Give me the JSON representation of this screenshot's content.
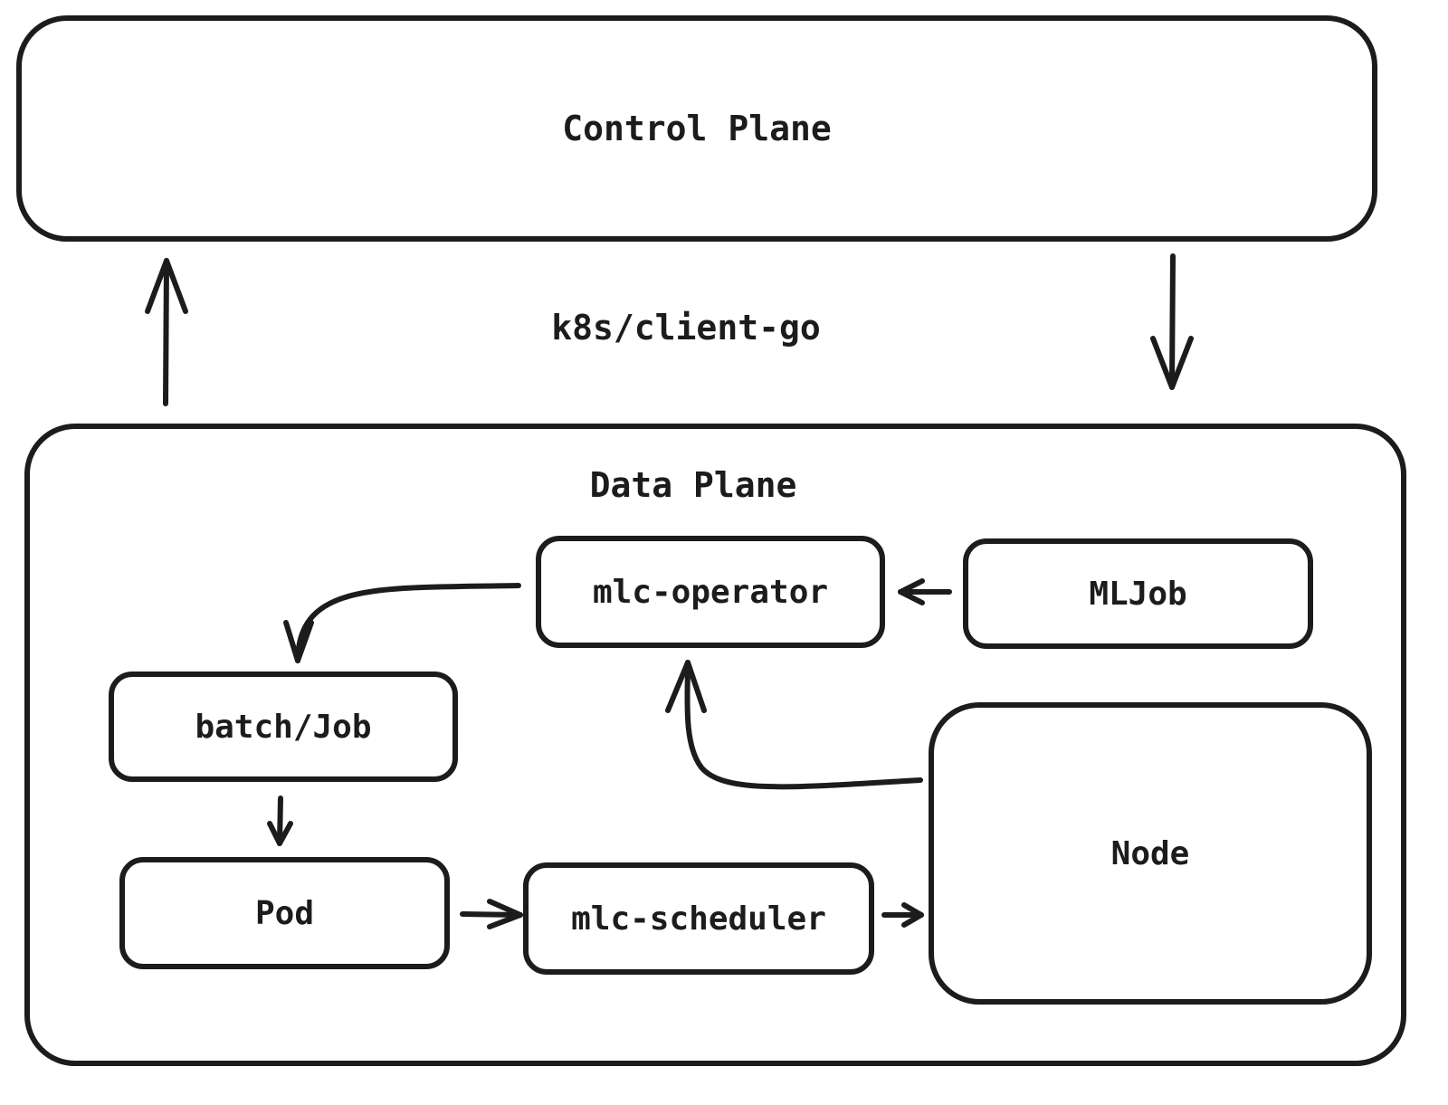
{
  "control_plane": {
    "label": "Control Plane"
  },
  "connector": {
    "label": "k8s/client-go"
  },
  "data_plane": {
    "label": "Data Plane",
    "nodes": {
      "mlc_operator": "mlc-operator",
      "mljob": "MLJob",
      "batch_job": "batch/Job",
      "pod": "Pod",
      "mlc_scheduler": "mlc-scheduler",
      "node": "Node"
    }
  },
  "colors": {
    "stroke": "#1c1c1c",
    "background": "#ffffff"
  }
}
